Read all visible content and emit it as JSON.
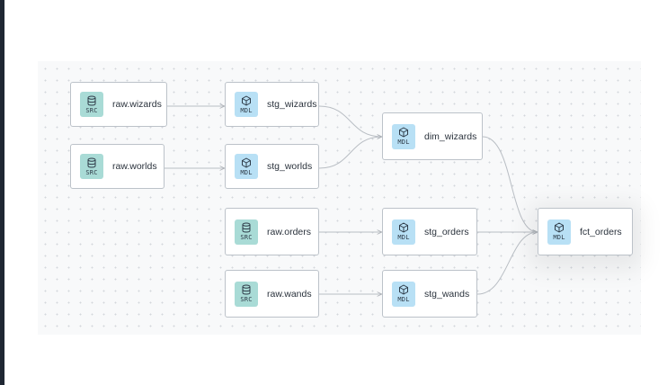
{
  "nodes": [
    {
      "id": "raw-wizards",
      "label": "raw.wizards",
      "badge": "SRC",
      "icon": "database-icon"
    },
    {
      "id": "raw-worlds",
      "label": "raw.worlds",
      "badge": "SRC",
      "icon": "database-icon"
    },
    {
      "id": "stg-wizards",
      "label": "stg_wizards",
      "badge": "MDL",
      "icon": "cube-icon"
    },
    {
      "id": "stg-worlds",
      "label": "stg_worlds",
      "badge": "MDL",
      "icon": "cube-icon"
    },
    {
      "id": "dim-wizards",
      "label": "dim_wizards",
      "badge": "MDL",
      "icon": "cube-icon"
    },
    {
      "id": "raw-orders",
      "label": "raw.orders",
      "badge": "SRC",
      "icon": "database-icon"
    },
    {
      "id": "raw-wands",
      "label": "raw.wands",
      "badge": "SRC",
      "icon": "database-icon"
    },
    {
      "id": "stg-orders",
      "label": "stg_orders",
      "badge": "MDL",
      "icon": "cube-icon"
    },
    {
      "id": "stg-wands",
      "label": "stg_wands",
      "badge": "MDL",
      "icon": "cube-icon"
    },
    {
      "id": "fct-orders",
      "label": "fct_orders",
      "badge": "MDL",
      "icon": "cube-icon"
    }
  ],
  "edges": [
    {
      "from": "raw.wizards",
      "to": "stg_wizards"
    },
    {
      "from": "raw.worlds",
      "to": "stg_worlds"
    },
    {
      "from": "stg_wizards",
      "to": "dim_wizards"
    },
    {
      "from": "stg_worlds",
      "to": "dim_wizards"
    },
    {
      "from": "raw.orders",
      "to": "stg_orders"
    },
    {
      "from": "raw.wands",
      "to": "stg_wands"
    },
    {
      "from": "dim_wizards",
      "to": "fct_orders"
    },
    {
      "from": "stg_orders",
      "to": "fct_orders"
    },
    {
      "from": "stg_wands",
      "to": "fct_orders"
    }
  ],
  "colors": {
    "source_badge": "#a9dbd6",
    "model_badge": "#b8e0f5",
    "edge": "#b9bec4",
    "node_border": "#bcc2c9"
  }
}
